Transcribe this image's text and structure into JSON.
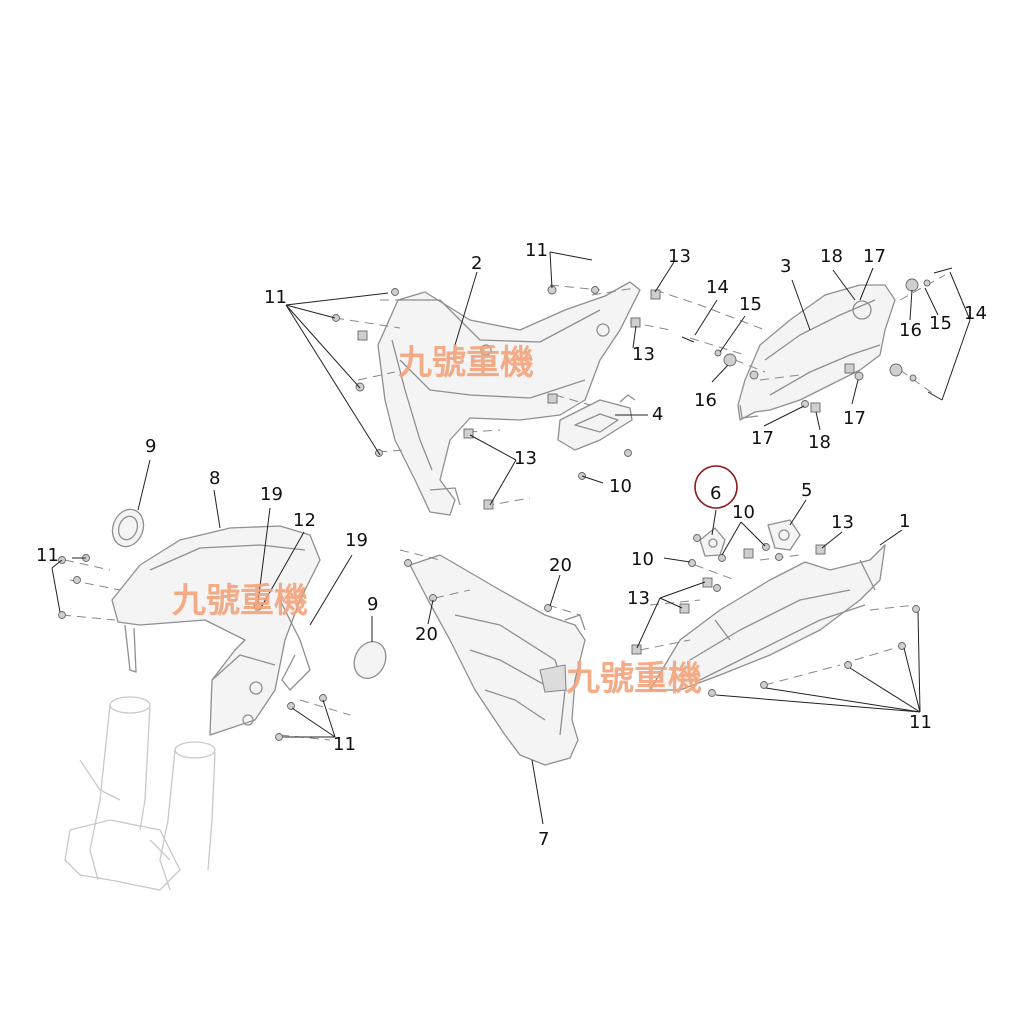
{
  "callouts": {
    "n1": "1",
    "n2": "2",
    "n3": "3",
    "n4": "4",
    "n5a": "5",
    "n6": "6",
    "n7": "7",
    "n8": "8",
    "n9a": "9",
    "n9b": "9",
    "n10a": "10",
    "n10b": "10",
    "n10c": "10",
    "n11a": "11",
    "n11b": "11",
    "n11c": "11",
    "n11d": "11",
    "n11e": "11",
    "n12": "12",
    "n13a": "13",
    "n13b": "13",
    "n13c": "13",
    "n13d": "13",
    "n13e": "13",
    "n14a": "14",
    "n14b": "14",
    "n15a": "15",
    "n15b": "15",
    "n16a": "16",
    "n16b": "16",
    "n17a": "17",
    "n17b": "17",
    "n17c": "17",
    "n18a": "18",
    "n18b": "18",
    "n19a": "19",
    "n19b": "19",
    "n20a": "20",
    "n20b": "20"
  },
  "watermark": "九號重機",
  "highlighted_part": "6",
  "colors": {
    "line": "#8f8f8f",
    "callout_text": "#111111",
    "watermark": "#f3a27a",
    "highlight_circle": "#8b1a1a"
  }
}
